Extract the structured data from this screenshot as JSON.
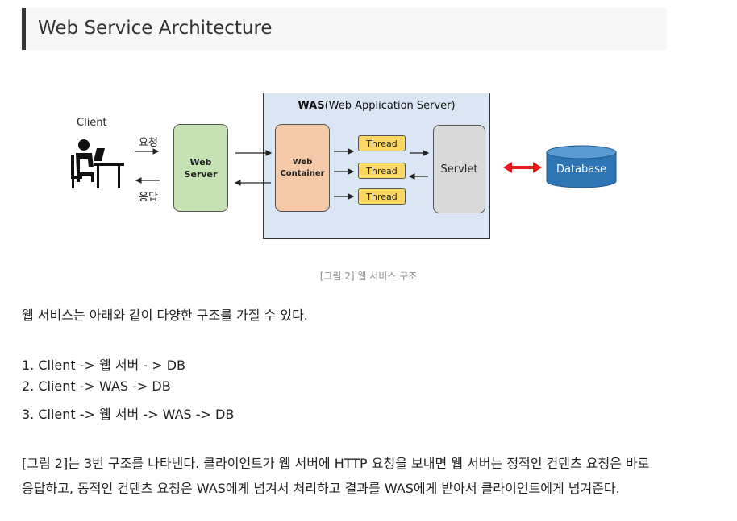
{
  "heading": {
    "title": "Web Service Architecture"
  },
  "diagram": {
    "client_label": "Client",
    "request_label": "요청",
    "response_label": "응답",
    "web_server_label": "Web\nServer",
    "was_title_bold": "WAS",
    "was_title_rest": "(Web Application Server)",
    "web_container_label": "Web\nContainer",
    "threads": [
      "Thread",
      "Thread",
      "Thread"
    ],
    "servlet_label": "Servlet",
    "database_label": "Database",
    "colors": {
      "web_server": "#c6e1b2",
      "web_container": "#f5c9a8",
      "was_background": "#dae6f3",
      "thread": "#fcd764",
      "servlet": "#d9d9d9",
      "database": "#2e75b6",
      "db_arrow": "#e31b1b"
    },
    "icons": {
      "client": "person-at-computer-icon",
      "database": "database-cylinder-icon"
    }
  },
  "caption": "[그림 2] 웹 서비스 구조",
  "body": {
    "intro": "웹 서비스는 아래와 같이 다양한 구조를 가질 수 있다.",
    "list": [
      "1. Client -> 웹 서버 - > DB",
      "2. Client -> WAS -> DB",
      "3. Client -> 웹 서버 -> WAS -> DB"
    ],
    "description_line1": "[그림 2]는 3번 구조를 나타낸다. 클라이언트가 웹 서버에 HTTP 요청을 보내면 웹 서버는 정적인 컨텐츠 요청은 바로",
    "description_line2": "응답하고, 동적인 컨텐츠 요청은 WAS에게 넘겨서 처리하고 결과를 WAS에게 받아서 클라이언트에게 넘겨준다."
  }
}
